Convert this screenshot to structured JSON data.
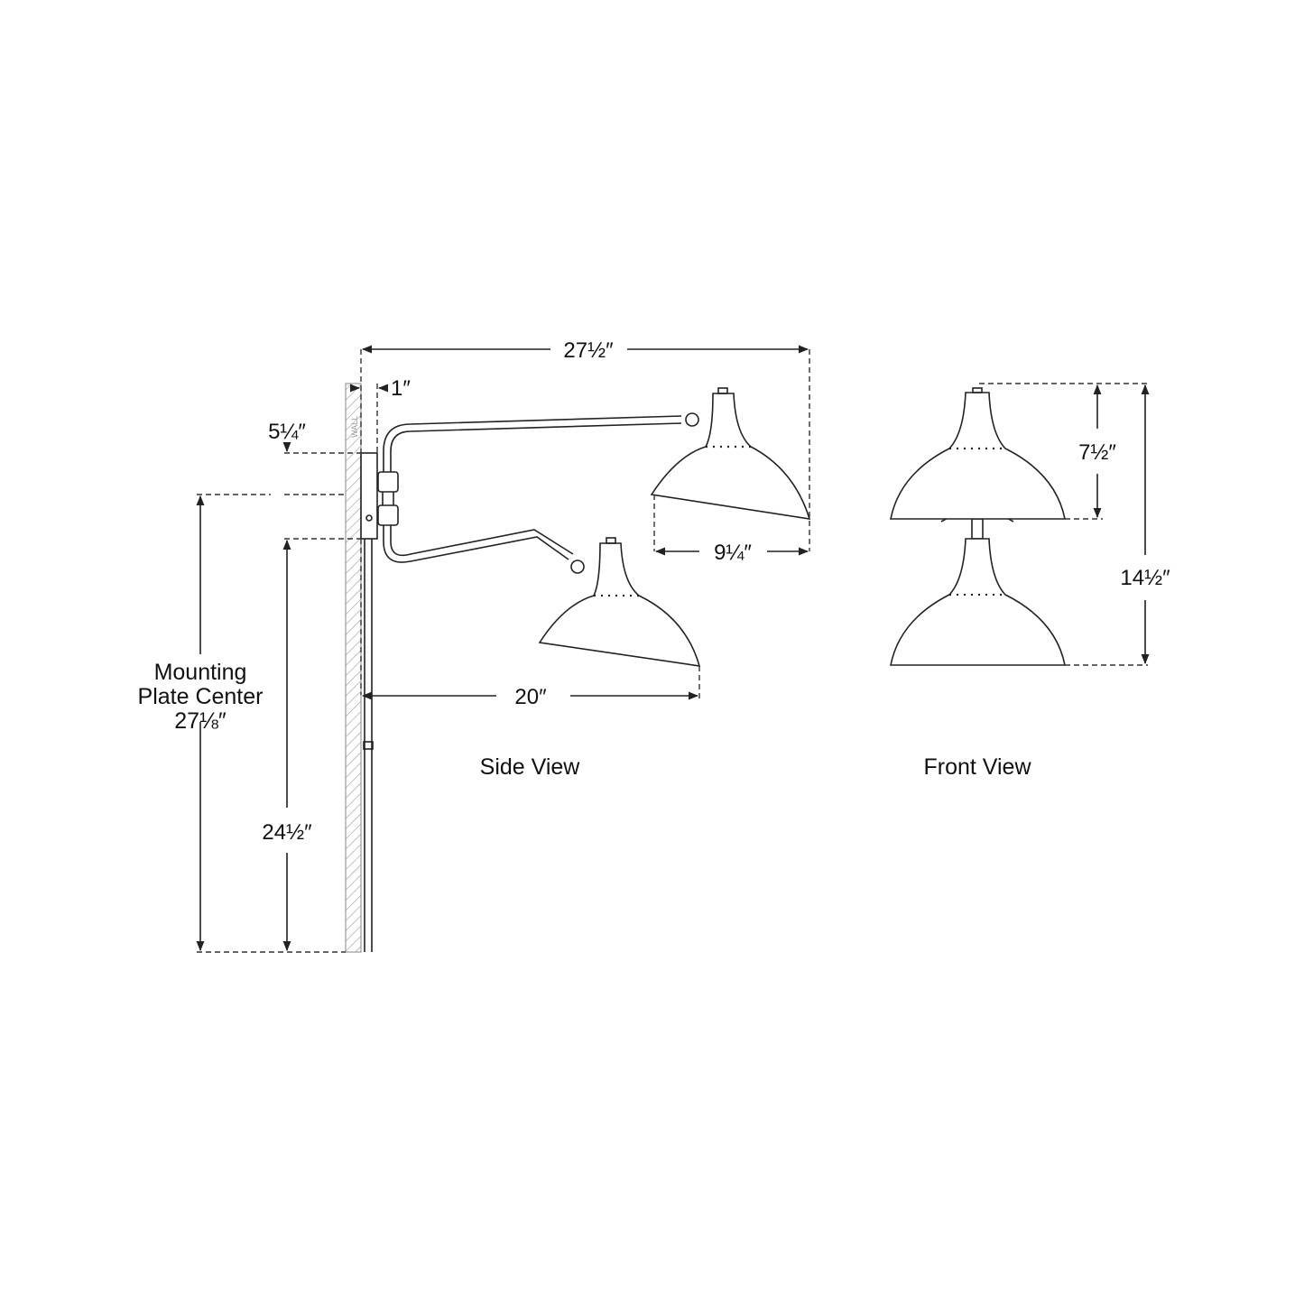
{
  "views": {
    "side_view_label": "Side View",
    "front_view_label": "Front View",
    "wall_label": "WALL"
  },
  "dimensions": {
    "overall_extension": "27½″",
    "plate_depth": "1″",
    "plate_height": "5¼″",
    "shade_width": "9¼″",
    "lower_extension": "20″",
    "plate_bottom_height": "24½″",
    "mounting_label_line1": "Mounting",
    "mounting_label_line2": "Plate Center",
    "mounting_plate_center": "27⅛″",
    "shade_height": "7½″",
    "overall_height": "14½″"
  }
}
